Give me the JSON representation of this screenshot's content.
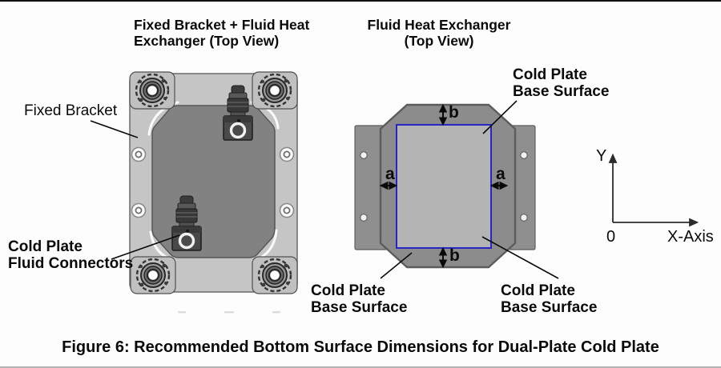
{
  "figure": {
    "caption": "Figure 6: Recommended Bottom Surface Dimensions for Dual-Plate Cold Plate"
  },
  "left_view": {
    "title": "Fixed Bracket + Fluid Heat\nExchanger (Top View)",
    "fixed_bracket_label": "Fixed Bracket",
    "fluid_connectors_label": "Cold Plate\nFluid Connectors"
  },
  "right_view": {
    "title": "Fluid Heat Exchanger\n(Top View)",
    "base_surface_top_label": "Cold Plate\nBase Surface",
    "base_surface_bottom_left_label": "Cold Plate\nBase Surface",
    "base_surface_bottom_right_label": "Cold Plate\nBase Surface",
    "dimensions": {
      "a_left": "a",
      "a_right": "a",
      "b_top": "b",
      "b_bottom": "b"
    }
  },
  "axes": {
    "y_label": "Y",
    "x_label": "X-Axis",
    "origin_label": "0"
  },
  "colors": {
    "bracket_fill": "#c5c5c5",
    "panel_fill": "#828282",
    "exchanger_fill": "#8c8c8c",
    "flange_fill": "#8f8f8f",
    "base_surface_fill": "#b4b4b4",
    "base_surface_outline": "#2626c4",
    "line_color": "#0a0a0a"
  }
}
